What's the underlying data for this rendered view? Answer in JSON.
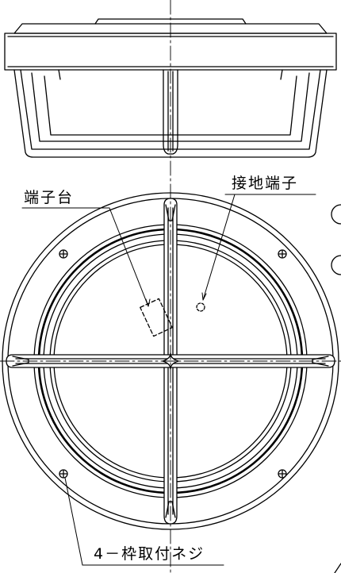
{
  "labels": {
    "terminal_block": "端子台",
    "ground_terminal": "接地端子",
    "frame_screws": "4－枠取付ネジ"
  },
  "colors": {
    "line": "#000000",
    "background": "#ffffff"
  }
}
